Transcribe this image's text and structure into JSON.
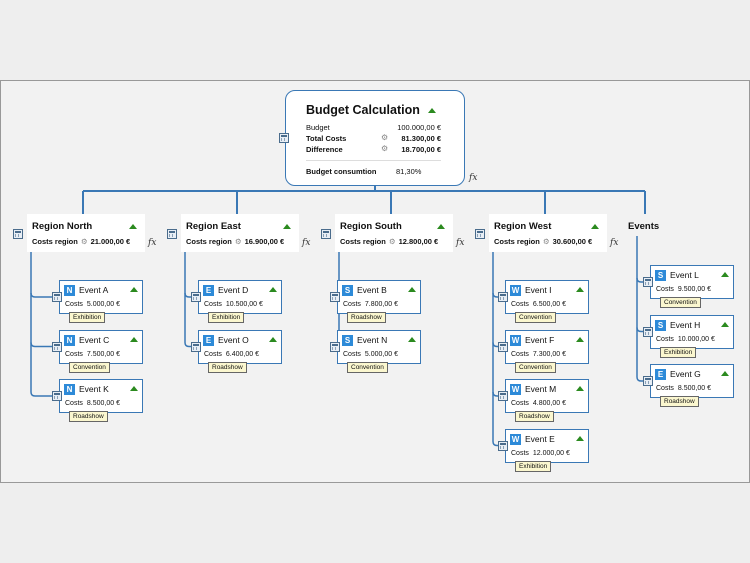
{
  "root": {
    "title": "Budget Calculation",
    "rows": [
      {
        "label": "Budget",
        "value": "100.000,00 €",
        "bold": false,
        "gear": false
      },
      {
        "label": "Total Costs",
        "value": "81.300,00 €",
        "bold": true,
        "gear": true
      },
      {
        "label": "Difference",
        "value": "18.700,00 €",
        "bold": true,
        "gear": true
      }
    ],
    "consumption_label": "Budget consumtion",
    "consumption_value": "81,30%"
  },
  "fx_symbol": "fx",
  "regions": [
    {
      "name": "Region North",
      "costs_label": "Costs region",
      "costs_value": "21.000,00 €",
      "events": [
        {
          "badge": "N",
          "name": "Event A",
          "costs_label": "Costs",
          "costs_value": "5.000,00 €",
          "tag": "Exhibition"
        },
        {
          "badge": "N",
          "name": "Event C",
          "costs_label": "Costs",
          "costs_value": "7.500,00 €",
          "tag": "Convention"
        },
        {
          "badge": "N",
          "name": "Event K",
          "costs_label": "Costs",
          "costs_value": "8.500,00 €",
          "tag": "Roadshow"
        }
      ]
    },
    {
      "name": "Region East",
      "costs_label": "Costs region",
      "costs_value": "16.900,00 €",
      "events": [
        {
          "badge": "E",
          "name": "Event D",
          "costs_label": "Costs",
          "costs_value": "10.500,00 €",
          "tag": "Exhibition"
        },
        {
          "badge": "E",
          "name": "Event O",
          "costs_label": "Costs",
          "costs_value": "6.400,00 €",
          "tag": "Roadshow"
        }
      ]
    },
    {
      "name": "Region South",
      "costs_label": "Costs region",
      "costs_value": "12.800,00 €",
      "events": [
        {
          "badge": "S",
          "name": "Event B",
          "costs_label": "Costs",
          "costs_value": "7.800,00 €",
          "tag": "Roadshow"
        },
        {
          "badge": "S",
          "name": "Event N",
          "costs_label": "Costs",
          "costs_value": "5.000,00 €",
          "tag": "Convention"
        }
      ]
    },
    {
      "name": "Region West",
      "costs_label": "Costs region",
      "costs_value": "30.600,00 €",
      "events": [
        {
          "badge": "W",
          "name": "Event I",
          "costs_label": "Costs",
          "costs_value": "6.500,00 €",
          "tag": "Convention"
        },
        {
          "badge": "W",
          "name": "Event F",
          "costs_label": "Costs",
          "costs_value": "7.300,00 €",
          "tag": "Convention"
        },
        {
          "badge": "W",
          "name": "Event M",
          "costs_label": "Costs",
          "costs_value": "4.800,00 €",
          "tag": "Roadshow"
        },
        {
          "badge": "W",
          "name": "Event  E",
          "costs_label": "Costs",
          "costs_value": "12.000,00 €",
          "tag": "Exhibition"
        }
      ]
    }
  ],
  "events_group": {
    "name": "Events",
    "events": [
      {
        "badge": "S",
        "name": "Event L",
        "costs_label": "Costs",
        "costs_value": "9.500,00 €",
        "tag": "Convention"
      },
      {
        "badge": "S",
        "name": "Event  H",
        "costs_label": "Costs",
        "costs_value": "10.000,00 €",
        "tag": "Exhibition"
      },
      {
        "badge": "E",
        "name": "Event G",
        "costs_label": "Costs",
        "costs_value": "8.500,00 €",
        "tag": "Roadshow"
      }
    ]
  },
  "colors": {
    "connector": "#3a78b5",
    "badge": "#2d8ad8",
    "tag_bg": "#fbf7cf",
    "arrow": "#2b8a1f"
  }
}
